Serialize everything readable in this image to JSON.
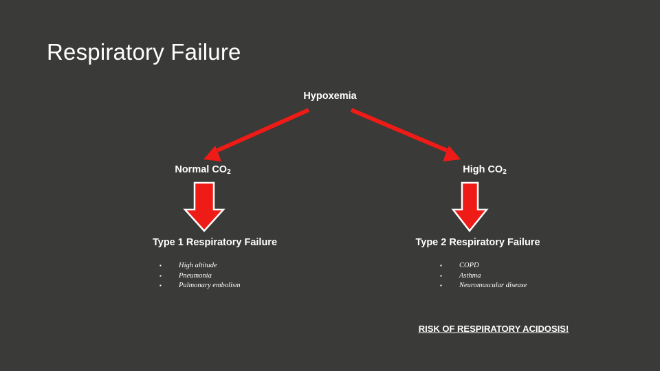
{
  "slide": {
    "background_color": "#3a3a38",
    "title": "Respiratory Failure",
    "arrow_color": "#ee1b17",
    "text_color": "#ffffff"
  },
  "nodes": {
    "hypoxemia": "Hypoxemia",
    "normal_co2": "Normal CO",
    "normal_co2_sub": "2",
    "high_co2": "High CO",
    "high_co2_sub": "2",
    "type1": "Type 1 Respiratory Failure",
    "type2": "Type 2 Respiratory Failure"
  },
  "branch1_bullets": [
    {
      "mark": "▪",
      "text": "High altitude"
    },
    {
      "mark": "▪",
      "text": "Pneumonia"
    },
    {
      "mark": "▪",
      "text": "Pulmonary embolism"
    }
  ],
  "branch2_bullets": [
    {
      "mark": "▪",
      "text": "COPD"
    },
    {
      "mark": "▪",
      "text": "Asthma"
    },
    {
      "mark": "▪",
      "text": "Neuromuscular disease"
    }
  ],
  "warning": "RISK OF RESPIRATORY ACIDOSIS!"
}
